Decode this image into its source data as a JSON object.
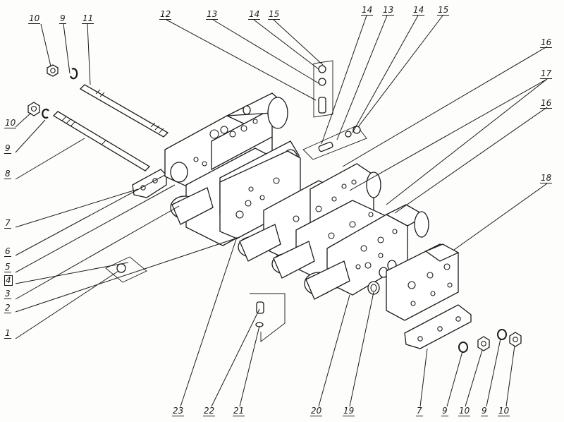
{
  "callouts": [
    {
      "id": "c-10-tl",
      "text": "10"
    },
    {
      "id": "c-9-tl",
      "text": "9"
    },
    {
      "id": "c-11",
      "text": "11"
    },
    {
      "id": "c-12",
      "text": "12"
    },
    {
      "id": "c-13-a",
      "text": "13"
    },
    {
      "id": "c-14-a",
      "text": "14"
    },
    {
      "id": "c-15-a",
      "text": "15"
    },
    {
      "id": "c-14-b",
      "text": "14"
    },
    {
      "id": "c-13-b",
      "text": "13"
    },
    {
      "id": "c-14-c",
      "text": "14"
    },
    {
      "id": "c-15-b",
      "text": "15"
    },
    {
      "id": "c-16-top",
      "text": "16"
    },
    {
      "id": "c-17",
      "text": "17"
    },
    {
      "id": "c-16-mid",
      "text": "16"
    },
    {
      "id": "c-18",
      "text": "18"
    },
    {
      "id": "c-10-left",
      "text": "10"
    },
    {
      "id": "c-9-left",
      "text": "9"
    },
    {
      "id": "c-8",
      "text": "8"
    },
    {
      "id": "c-7-left",
      "text": "7"
    },
    {
      "id": "c-6",
      "text": "6"
    },
    {
      "id": "c-5",
      "text": "5"
    },
    {
      "id": "c-4",
      "text": "4"
    },
    {
      "id": "c-3",
      "text": "3"
    },
    {
      "id": "c-2",
      "text": "2"
    },
    {
      "id": "c-1",
      "text": "1"
    },
    {
      "id": "c-23",
      "text": "23"
    },
    {
      "id": "c-22",
      "text": "22"
    },
    {
      "id": "c-21",
      "text": "21"
    },
    {
      "id": "c-20",
      "text": "20"
    },
    {
      "id": "c-19",
      "text": "19"
    },
    {
      "id": "c-7-bot",
      "text": "7"
    },
    {
      "id": "c-9-bot-a",
      "text": "9"
    },
    {
      "id": "c-10-bot-a",
      "text": "10"
    },
    {
      "id": "c-9-bot-b",
      "text": "9"
    },
    {
      "id": "c-10-bot-b",
      "text": "10"
    }
  ]
}
